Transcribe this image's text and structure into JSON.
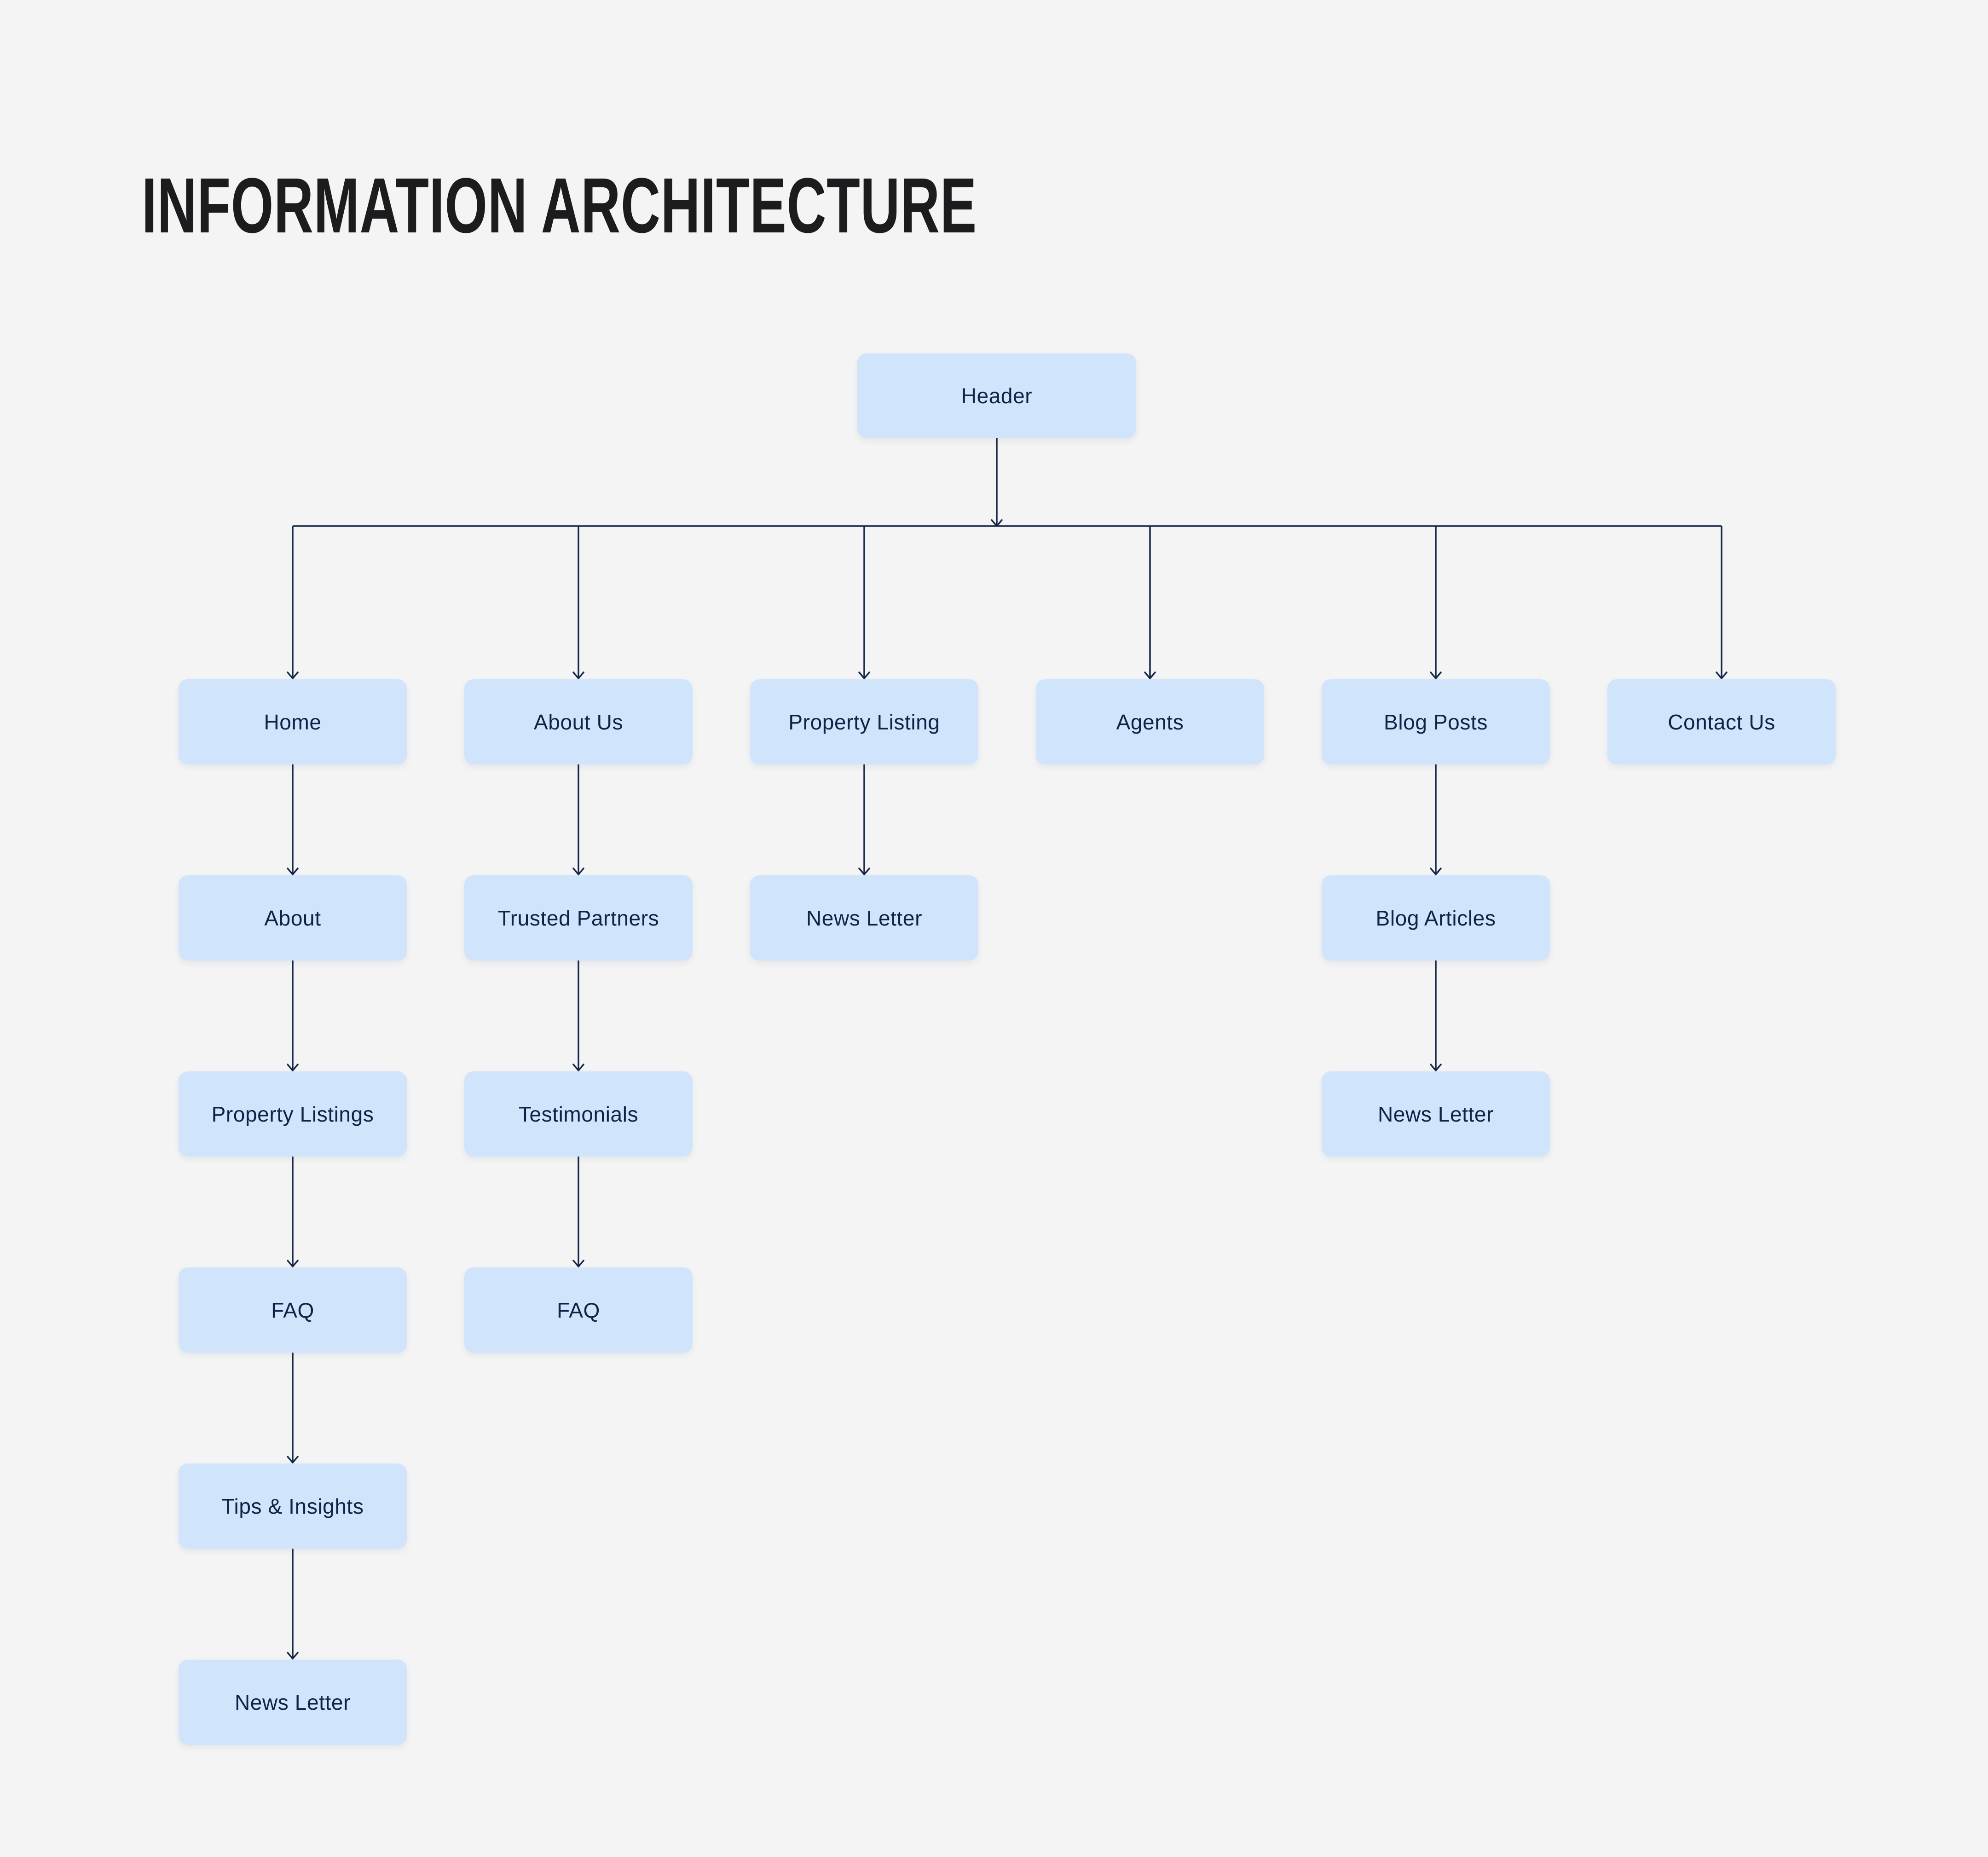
{
  "page_title": "INFORMATION ARCHITECTURE",
  "diagram": {
    "nodes": {
      "header": "Header",
      "home": "Home",
      "about_us": "About Us",
      "property_listing": "Property Listing",
      "agents": "Agents",
      "blog_posts": "Blog Posts",
      "contact_us": "Contact Us",
      "about": "About",
      "trusted_partners": "Trusted Partners",
      "news_letter_property": "News Letter",
      "blog_articles": "Blog Articles",
      "property_listings": "Property Listings",
      "testimonials": "Testimonials",
      "news_letter_blog": "News Letter",
      "faq_home": "FAQ",
      "faq_about": "FAQ",
      "tips_insights": "Tips & Insights",
      "news_letter_home": "News Letter"
    },
    "edges": [
      [
        "header",
        "home"
      ],
      [
        "header",
        "about_us"
      ],
      [
        "header",
        "property_listing"
      ],
      [
        "header",
        "agents"
      ],
      [
        "header",
        "blog_posts"
      ],
      [
        "header",
        "contact_us"
      ],
      [
        "home",
        "about"
      ],
      [
        "about",
        "property_listings"
      ],
      [
        "property_listings",
        "faq_home"
      ],
      [
        "faq_home",
        "tips_insights"
      ],
      [
        "tips_insights",
        "news_letter_home"
      ],
      [
        "about_us",
        "trusted_partners"
      ],
      [
        "trusted_partners",
        "testimonials"
      ],
      [
        "testimonials",
        "faq_about"
      ],
      [
        "property_listing",
        "news_letter_property"
      ],
      [
        "blog_posts",
        "blog_articles"
      ],
      [
        "blog_articles",
        "news_letter_blog"
      ]
    ],
    "colors": {
      "background": "#f4f4f4",
      "node_fill": "#d0e4fc",
      "node_text": "#0d2444",
      "connector": "#16294b",
      "title_text": "#1c1c1f"
    }
  }
}
